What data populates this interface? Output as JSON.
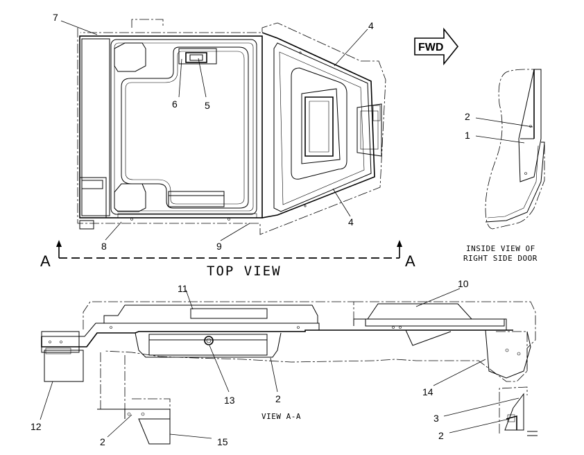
{
  "callouts": {
    "top_view_7": "7",
    "top_view_4_upper": "4",
    "top_view_6": "6",
    "top_view_5": "5",
    "top_view_4_lower": "4",
    "top_view_8": "8",
    "top_view_9": "9",
    "door_2": "2",
    "door_1": "1",
    "va_11": "11",
    "va_10": "10",
    "va_13": "13",
    "va_2": "2",
    "va_14": "14",
    "va_12": "12",
    "va_2_lower": "2",
    "va_15": "15",
    "det_3": "3",
    "det_2": "2"
  },
  "labels": {
    "fwd_arrow": "FWD",
    "section_left": "A",
    "section_right": "A",
    "top_view": "TOP VIEW",
    "door_caption_line1": "INSIDE VIEW OF",
    "door_caption_line2": "RIGHT SIDE DOOR",
    "view_aa": "VIEW A-A"
  }
}
